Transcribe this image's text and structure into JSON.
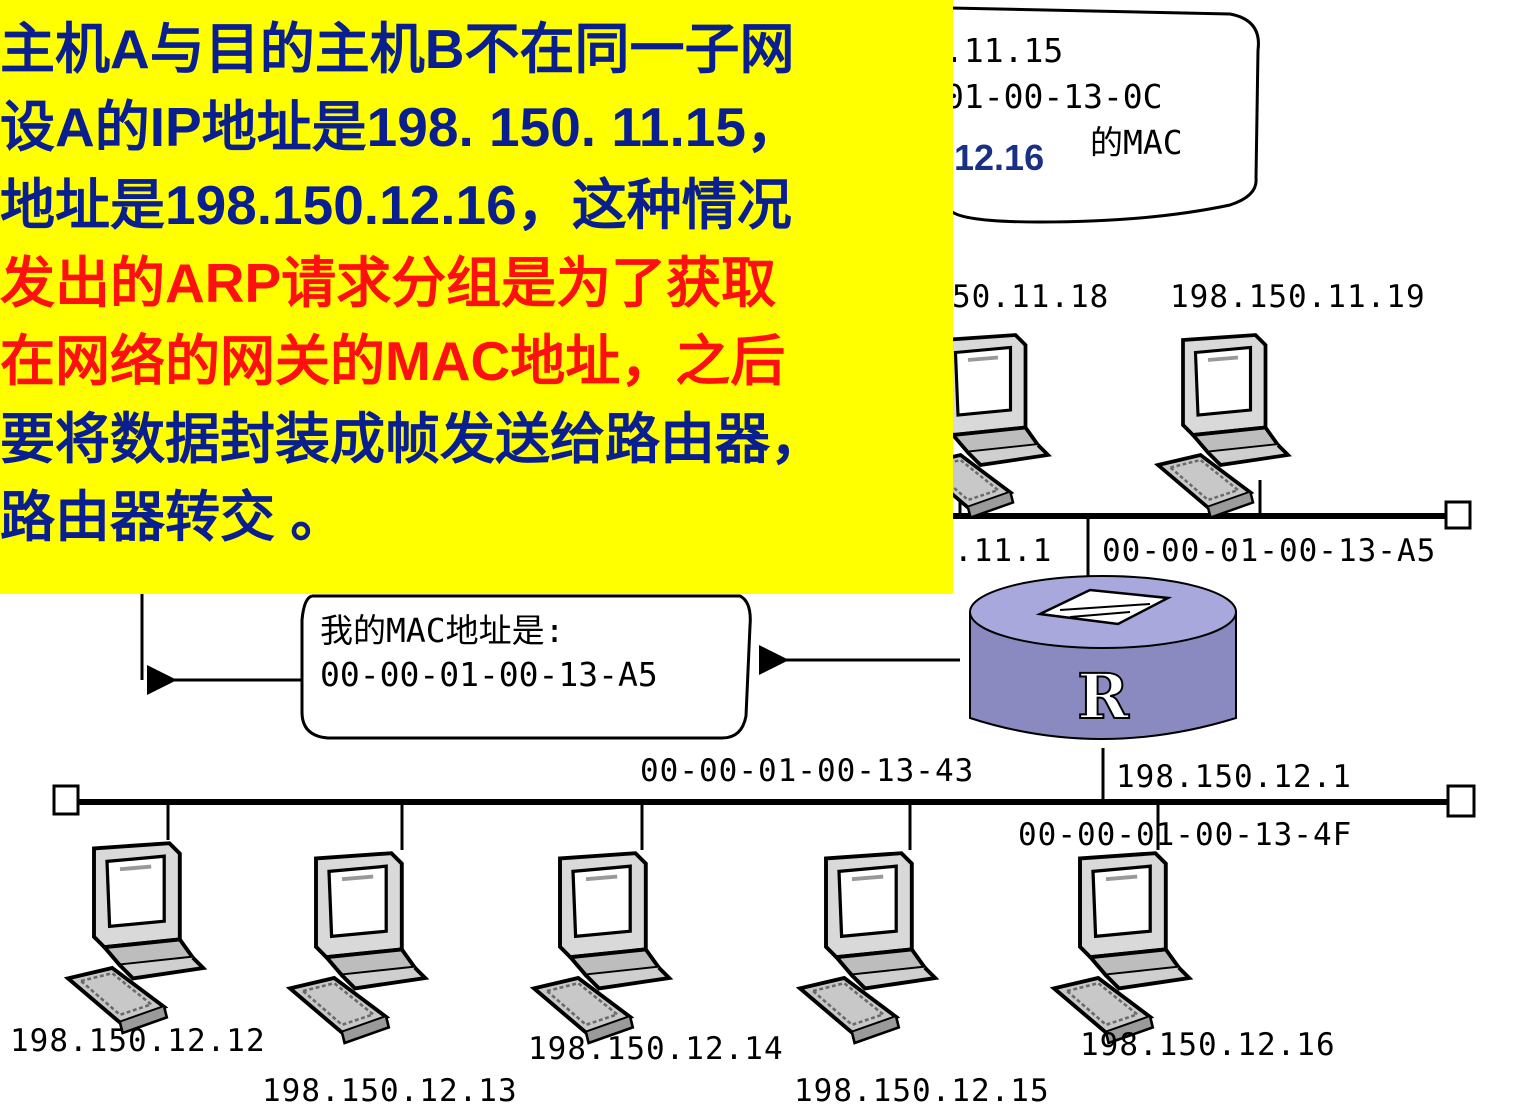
{
  "callout": {
    "lines": [
      {
        "color": "blue",
        "text": "主机A与目的主机B不在同一子网"
      },
      {
        "color": "blue",
        "text": "设A的IP地址是198. 150. 11.15，"
      },
      {
        "color": "blue",
        "text": "地址是198.150.12.16，这种情况"
      },
      {
        "color": "red",
        "text": "发出的ARP请求分组是为了获取"
      },
      {
        "color": "red",
        "text": "在网络的网关的MAC地址，之后"
      },
      {
        "color": "blue",
        "text": "要将数据封装成帧发送给路由器，"
      },
      {
        "color": "blue",
        "text": "路由器转交 。"
      }
    ]
  },
  "top_bubble": {
    "line1": ".11.15",
    "line2": "01-00-13-0C",
    "line3_bold": ".12.16",
    "line3_tail": "的MAC"
  },
  "upper_network": {
    "hosts": [
      {
        "ip": "50.11.18"
      },
      {
        "ip": "198.150.11.19"
      }
    ],
    "router_ip_fragment": ".11.1",
    "router_mac": "00-00-01-00-13-A5"
  },
  "reply_bubble": {
    "line1": "我的MAC地址是:",
    "line2": "00-00-01-00-13-A5"
  },
  "router": {
    "label": "R",
    "lower_mac": "00-00-01-00-13-43",
    "lower_ip": "198.150.12.1",
    "host_mac": "00-00-01-00-13-4F"
  },
  "lower_network": {
    "hosts": [
      {
        "ip": "198.150.12.12"
      },
      {
        "ip": "198.150.12.13"
      },
      {
        "ip": "198.150.12.14"
      },
      {
        "ip": "198.150.12.15"
      },
      {
        "ip": "198.150.12.16"
      }
    ]
  },
  "colors": {
    "callout_bg": "#ffff00",
    "callout_text": "#0a1f8f",
    "callout_highlight": "#ff1010",
    "router_body": "#8c8cc0",
    "router_top": "#a9a9dd"
  }
}
